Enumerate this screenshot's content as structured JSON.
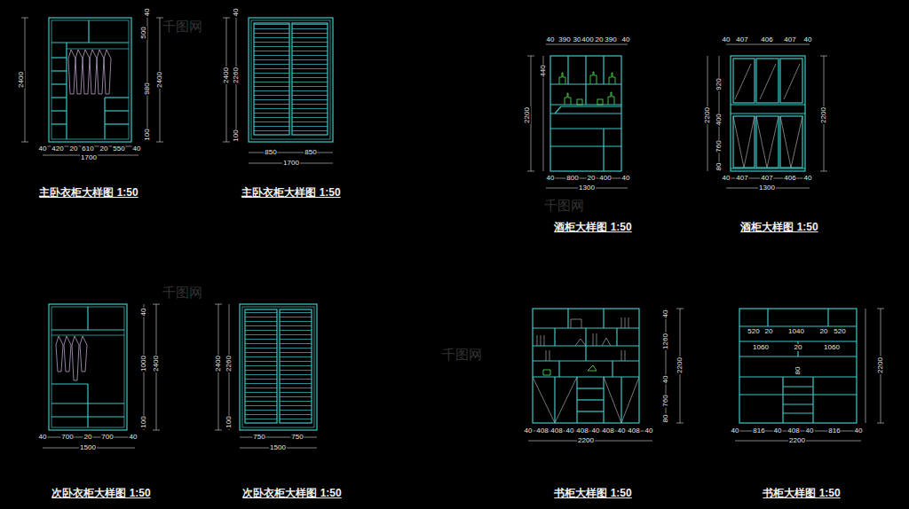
{
  "diagram": {
    "labels": [
      "40",
      "420",
      "20",
      "610",
      "20",
      "550",
      "40",
      "1700",
      "2400",
      "500",
      "2400",
      "980",
      "100",
      "40",
      "主卧衣柜大样图 1:50",
      "2400",
      "2260",
      "100",
      "40",
      "850",
      "850",
      "1700",
      "主卧衣柜大样图 1:50",
      "40",
      "390",
      "30",
      "400",
      "20",
      "390",
      "40",
      "2200",
      "440",
      "40",
      "800",
      "20",
      "400",
      "40",
      "1300",
      "酒柜大样图 1:50",
      "40",
      "407",
      "406",
      "407",
      "40",
      "920",
      "2200",
      "400",
      "760",
      "80",
      "2200",
      "40",
      "407",
      "407",
      "406",
      "40",
      "1300",
      "酒柜大样图 1:50",
      "40",
      "700",
      "20",
      "700",
      "40",
      "1500",
      "40",
      "1000",
      "2400",
      "100",
      "次卧衣柜大样图 1:50",
      "2400",
      "2260",
      "100",
      "750",
      "750",
      "1500",
      "次卧衣柜大样图 1:50",
      "40",
      "1260",
      "2200",
      "40",
      "760",
      "80",
      "40",
      "408",
      "408",
      "40",
      "408",
      "40",
      "408",
      "40",
      "408",
      "40",
      "2200",
      "书柜大样图 1:50",
      "520",
      "20",
      "1040",
      "20",
      "520",
      "1060",
      "20",
      "1060",
      "80",
      "2200",
      "40",
      "816",
      "40",
      "408",
      "40",
      "816",
      "40",
      "2200",
      "书柜大样图 1:50",
      "千图网",
      "千图网",
      "千图网",
      "千图网"
    ]
  }
}
